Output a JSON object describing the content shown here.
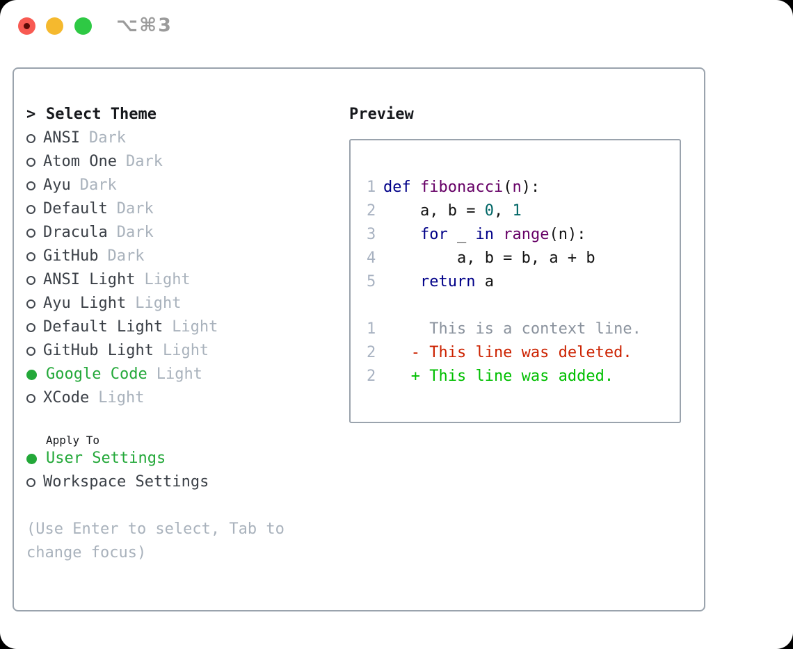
{
  "colors": {
    "panel-border": "#9aa3ad",
    "text-dark": "#3b4047",
    "text-strong": "#16181c",
    "text-muted": "#a9b2bc",
    "accent-green": "#23a839",
    "lnum": "#a8b2c1",
    "code-keyword": "#000088",
    "code-function": "#660066",
    "code-literal": "#006666",
    "code-plain": "#111111",
    "diff-context": "#8b939e",
    "diff-deleted": "#cc2200",
    "diff-added": "#00bf00"
  },
  "window": {
    "shortcut_label": "⌥⌘3",
    "traffic_lights": [
      "close",
      "minimize",
      "zoom"
    ]
  },
  "left": {
    "prompt": ">",
    "title": "Select Theme",
    "themes": [
      {
        "name": "ANSI",
        "variant": "Dark",
        "selected": false
      },
      {
        "name": "Atom One",
        "variant": "Dark",
        "selected": false
      },
      {
        "name": "Ayu",
        "variant": "Dark",
        "selected": false
      },
      {
        "name": "Default",
        "variant": "Dark",
        "selected": false
      },
      {
        "name": "Dracula",
        "variant": "Dark",
        "selected": false
      },
      {
        "name": "GitHub",
        "variant": "Dark",
        "selected": false
      },
      {
        "name": "ANSI Light",
        "variant": "Light",
        "selected": false
      },
      {
        "name": "Ayu Light",
        "variant": "Light",
        "selected": false
      },
      {
        "name": "Default Light",
        "variant": "Light",
        "selected": false
      },
      {
        "name": "GitHub Light",
        "variant": "Light",
        "selected": false
      },
      {
        "name": "Google Code",
        "variant": "Light",
        "selected": true
      },
      {
        "name": "XCode",
        "variant": "Light",
        "selected": false
      }
    ],
    "apply_title": "Apply To",
    "apply_options": [
      {
        "label": "User Settings",
        "selected": true
      },
      {
        "label": "Workspace Settings",
        "selected": false
      }
    ],
    "hint": "(Use Enter to select, Tab to change focus)"
  },
  "preview": {
    "title": "Preview",
    "code_lines": [
      {
        "num": "1",
        "tokens": [
          {
            "c": "kw",
            "t": "def"
          },
          {
            "c": "pl",
            "t": " "
          },
          {
            "c": "fn",
            "t": "fibonacci"
          },
          {
            "c": "pl",
            "t": "("
          },
          {
            "c": "fn",
            "t": "n"
          },
          {
            "c": "pl",
            "t": "):"
          }
        ]
      },
      {
        "num": "2",
        "tokens": [
          {
            "c": "pl",
            "t": "    a, b = "
          },
          {
            "c": "lit",
            "t": "0"
          },
          {
            "c": "pl",
            "t": ", "
          },
          {
            "c": "lit",
            "t": "1"
          }
        ]
      },
      {
        "num": "3",
        "tokens": [
          {
            "c": "pl",
            "t": "    "
          },
          {
            "c": "kw",
            "t": "for"
          },
          {
            "c": "pl",
            "t": " _ "
          },
          {
            "c": "kw",
            "t": "in"
          },
          {
            "c": "pl",
            "t": " "
          },
          {
            "c": "fn",
            "t": "range"
          },
          {
            "c": "pl",
            "t": "(n):"
          }
        ]
      },
      {
        "num": "4",
        "tokens": [
          {
            "c": "pl",
            "t": "        a, b = b, a + b"
          }
        ]
      },
      {
        "num": "5",
        "tokens": [
          {
            "c": "pl",
            "t": "    "
          },
          {
            "c": "kw",
            "t": "return"
          },
          {
            "c": "pl",
            "t": " a"
          }
        ]
      }
    ],
    "diff_lines": [
      {
        "num": "1",
        "kind": "context",
        "tokens": [
          {
            "c": "ctx",
            "t": "     This is a context line."
          }
        ]
      },
      {
        "num": "2",
        "kind": "deleted",
        "tokens": [
          {
            "c": "del",
            "t": "   - This line was deleted."
          }
        ]
      },
      {
        "num": "2",
        "kind": "added",
        "tokens": [
          {
            "c": "add",
            "t": "   + This line was added."
          }
        ]
      }
    ]
  }
}
